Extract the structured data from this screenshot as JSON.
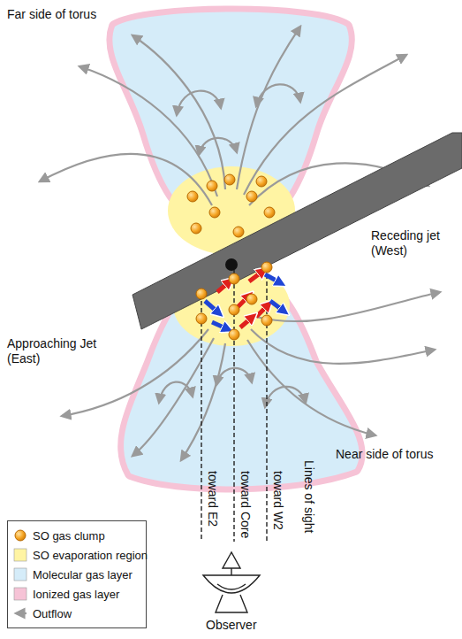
{
  "diagram": {
    "labels": [
      "Far side of torus",
      "Receding jet (West)",
      "Approaching Jet (East)",
      "Near side of torus",
      "toward E2",
      "toward Core",
      "toward W2",
      "Lines of sight",
      "Observer"
    ],
    "legend": [
      {
        "text": "SO gas clump"
      },
      {
        "text": "SO evaporation region",
        "color": "#fff4a3"
      },
      {
        "text": "Molecular gas layer",
        "color": "#d5ecf9"
      },
      {
        "text": "Ionized gas layer",
        "color": "#f6c3d6"
      },
      {
        "text": "Outflow"
      }
    ]
  }
}
